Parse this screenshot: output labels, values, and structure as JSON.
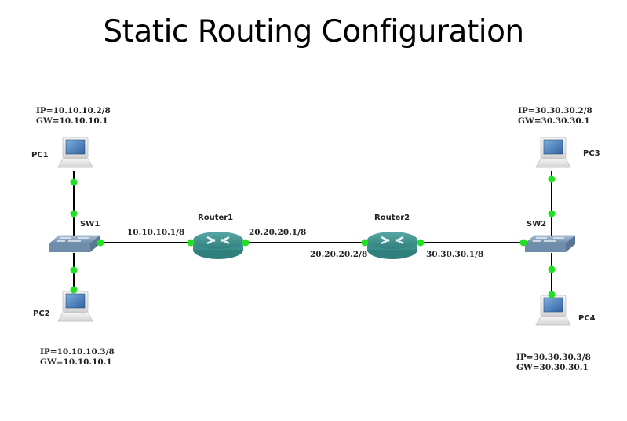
{
  "title": "Static Routing Configuration",
  "devices": {
    "pc1": {
      "name": "PC1",
      "ip": "IP=10.10.10.2/8",
      "gw": "GW=10.10.10.1"
    },
    "pc2": {
      "name": "PC2",
      "ip": "IP=10.10.10.3/8",
      "gw": "GW=10.10.10.1"
    },
    "pc3": {
      "name": "PC3",
      "ip": "IP=30.30.30.2/8",
      "gw": "GW=30.30.30.1"
    },
    "pc4": {
      "name": "PC4",
      "ip": "IP=30.30.30.3/8",
      "gw": "GW=30.30.30.1"
    },
    "sw1": {
      "name": "SW1"
    },
    "sw2": {
      "name": "SW2"
    },
    "router1": {
      "name": "Router1",
      "if_left": "10.10.10.1/8",
      "if_right": "20.20.20.1/8"
    },
    "router2": {
      "name": "Router2",
      "if_left": "20.20.20.2/8",
      "if_right": "30.30.30.1/8"
    }
  },
  "colors": {
    "link": "#000000",
    "port": "#22e022",
    "router": "#3a8e8c",
    "switch": "#7f9bb8",
    "screen": "#4a7fb5"
  }
}
